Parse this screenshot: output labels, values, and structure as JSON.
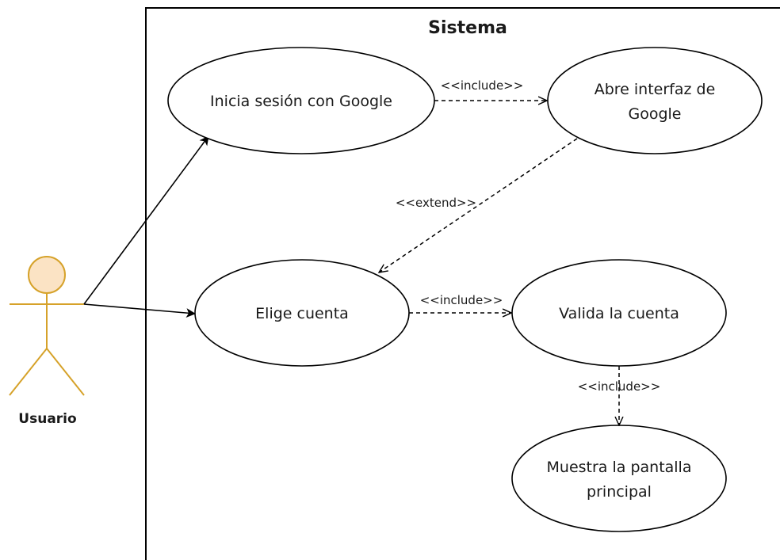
{
  "system": {
    "title": "Sistema"
  },
  "actor": {
    "name": "Usuario",
    "color": "#d6a22a",
    "head_fill": "#fbe3c4"
  },
  "use_cases": {
    "login_google": {
      "lines": [
        "Inicia sesión con Google"
      ]
    },
    "open_google": {
      "lines": [
        "Abre interfaz de",
        "Google"
      ]
    },
    "choose_account": {
      "lines": [
        "Elige cuenta"
      ]
    },
    "validate_account": {
      "lines": [
        "Valida la cuenta"
      ]
    },
    "show_main": {
      "lines": [
        "Muestra la pantalla",
        "principal"
      ]
    }
  },
  "relations": {
    "include_1": "<<include>>",
    "extend_1": "<<extend>>",
    "include_2": "<<include>>",
    "include_3": "<<include>>"
  }
}
